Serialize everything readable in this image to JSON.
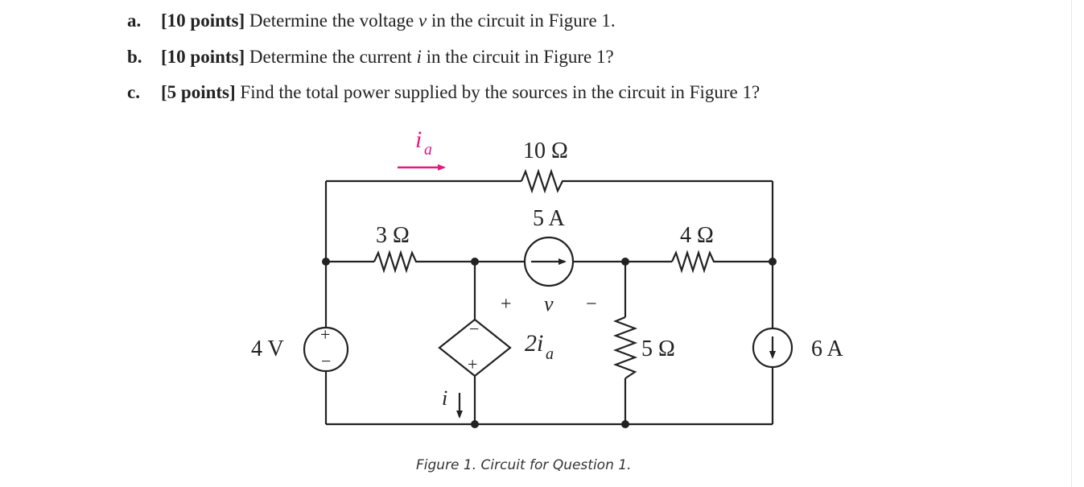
{
  "questions": [
    {
      "letter": "a.",
      "points": "[10 points]",
      "text_pre": " Determine the voltage ",
      "var": "v",
      "text_post": " in the circuit in Figure 1."
    },
    {
      "letter": "b.",
      "points": "[10 points]",
      "text_pre": " Determine the current ",
      "var": "i",
      "text_post": " in the circuit in Figure 1?"
    },
    {
      "letter": "c.",
      "points": "[5 points]",
      "text_pre": " Find the total power supplied by the sources in the circuit in Figure 1?",
      "var": "",
      "text_post": ""
    }
  ],
  "circuit": {
    "ia_label": "i",
    "ia_sub": "a",
    "r_top": "10 Ω",
    "r_left": "3 Ω",
    "r_right": "4 Ω",
    "r_mid": "5 Ω",
    "cs_top": "5 A",
    "cs_right": "6 A",
    "vs_left": "4 V",
    "dep_label": "2i",
    "dep_sub": "a",
    "plus": "+",
    "minus": "−",
    "v_label": "v",
    "i_label": "i",
    "accent_color": "#e6197f"
  },
  "caption": "Figure 1. Circuit for Question 1."
}
